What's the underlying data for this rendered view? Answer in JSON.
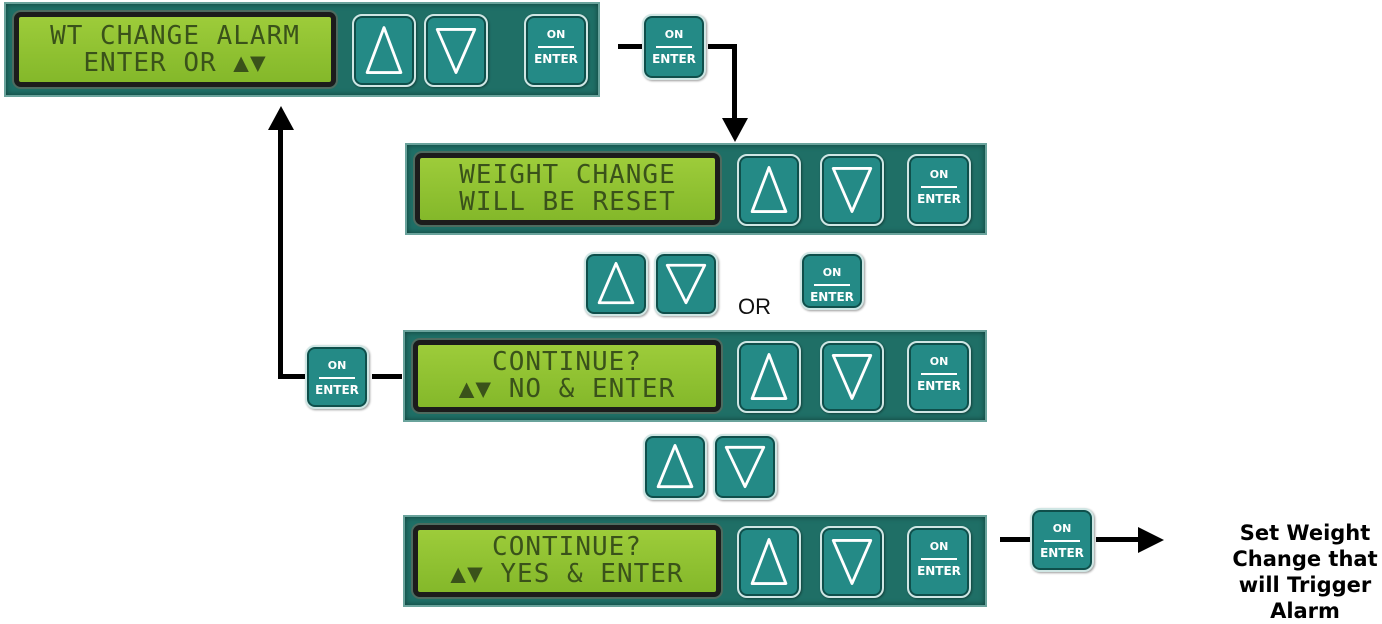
{
  "screens": {
    "wt_change_alarm": {
      "line1": "WT CHANGE ALARM",
      "line2": "ENTER OR ▲▼"
    },
    "weight_change_reset": {
      "line1": "WEIGHT CHANGE",
      "line2": "WILL BE RESET"
    },
    "continue_no": {
      "line1": "CONTINUE?",
      "line2": "▲▼ NO & ENTER"
    },
    "continue_yes": {
      "line1": "CONTINUE?",
      "line2": "▲▼ YES & ENTER"
    }
  },
  "keys": {
    "on_label": "ON",
    "enter_label": "ENTER"
  },
  "or_label": "OR",
  "result_label": [
    "Set Weight",
    "Change that",
    "will Trigger",
    "Alarm"
  ],
  "colors": {
    "lcd": "#9dcc3a",
    "key": "#248a86",
    "panel": "#1f6f66",
    "connector": "#000000"
  },
  "icons": [
    "up-arrow-icon",
    "down-arrow-icon"
  ]
}
